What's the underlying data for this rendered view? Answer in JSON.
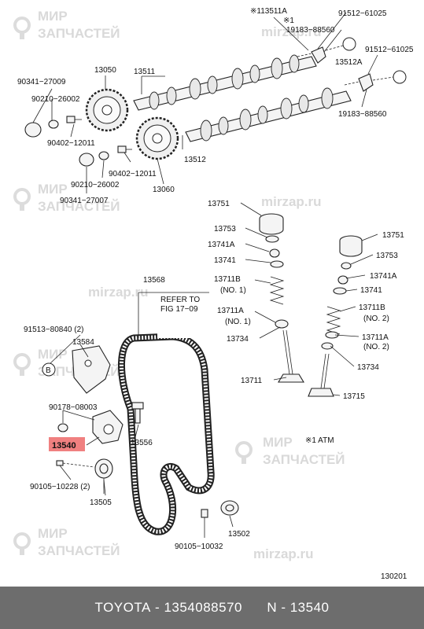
{
  "watermarks": {
    "ru_line1": "МИР",
    "ru_line2": "ЗАПЧАСТЕЙ",
    "site": "mirzap.ru"
  },
  "labels": {
    "l113511A": "※113511A",
    "note1_top": "※1",
    "l91512_61025_a": "91512−61025",
    "l19183_88560_a": "19183−88560",
    "l91512_61025_b": "91512−61025",
    "l13512A": "13512A",
    "l19183_88560_b": "19183−88560",
    "l90341_27009": "90341−27009",
    "l13050": "13050",
    "l13511": "13511",
    "l90210_26002_a": "90210−26002",
    "l90402_12011_a": "90402−12011",
    "l90402_12011_b": "90402−12011",
    "l13512": "13512",
    "l90210_26002_b": "90210−26002",
    "l13060": "13060",
    "l90341_27007": "90341−27007",
    "l13751_a": "13751",
    "l13753_a": "13753",
    "l13741A_a": "13741A",
    "l13741_a": "13741",
    "l13711B_a": "13711B",
    "no1_a": "(NO. 1)",
    "l13711A_a": "13711A",
    "no1_b": "(NO. 1)",
    "l13734_a": "13734",
    "l13711": "13711",
    "l13751_b": "13751",
    "l13753_b": "13753",
    "l13741A_b": "13741A",
    "l13741_b": "13741",
    "l13711B_b": "13711B",
    "no2_a": "(NO. 2)",
    "l13711A_b": "13711A",
    "no2_b": "(NO. 2)",
    "l13734_b": "13734",
    "l13715": "13715",
    "l13568": "13568",
    "refer1": "REFER TO",
    "refer2": "FIG 17−09",
    "l91513_80840": "91513−80840 (2)",
    "l13584": "13584",
    "circle_b": "B",
    "l90178_08003": "90178−08003",
    "l13540": "13540",
    "l13556": "13556",
    "l90105_10228": "90105−10228 (2)",
    "l13505": "13505",
    "note_atm": "※1  ATM",
    "l13502": "13502",
    "l90105_10032": "90105−10032",
    "fig_no": "130201"
  },
  "footer": {
    "brand": "TOYOTA",
    "part_number": "1354088570",
    "part_name": "N - 13540"
  },
  "colors": {
    "highlight": "#f08080",
    "footer_bg": "#6d6d6d",
    "watermark": "#d9d9d9"
  }
}
